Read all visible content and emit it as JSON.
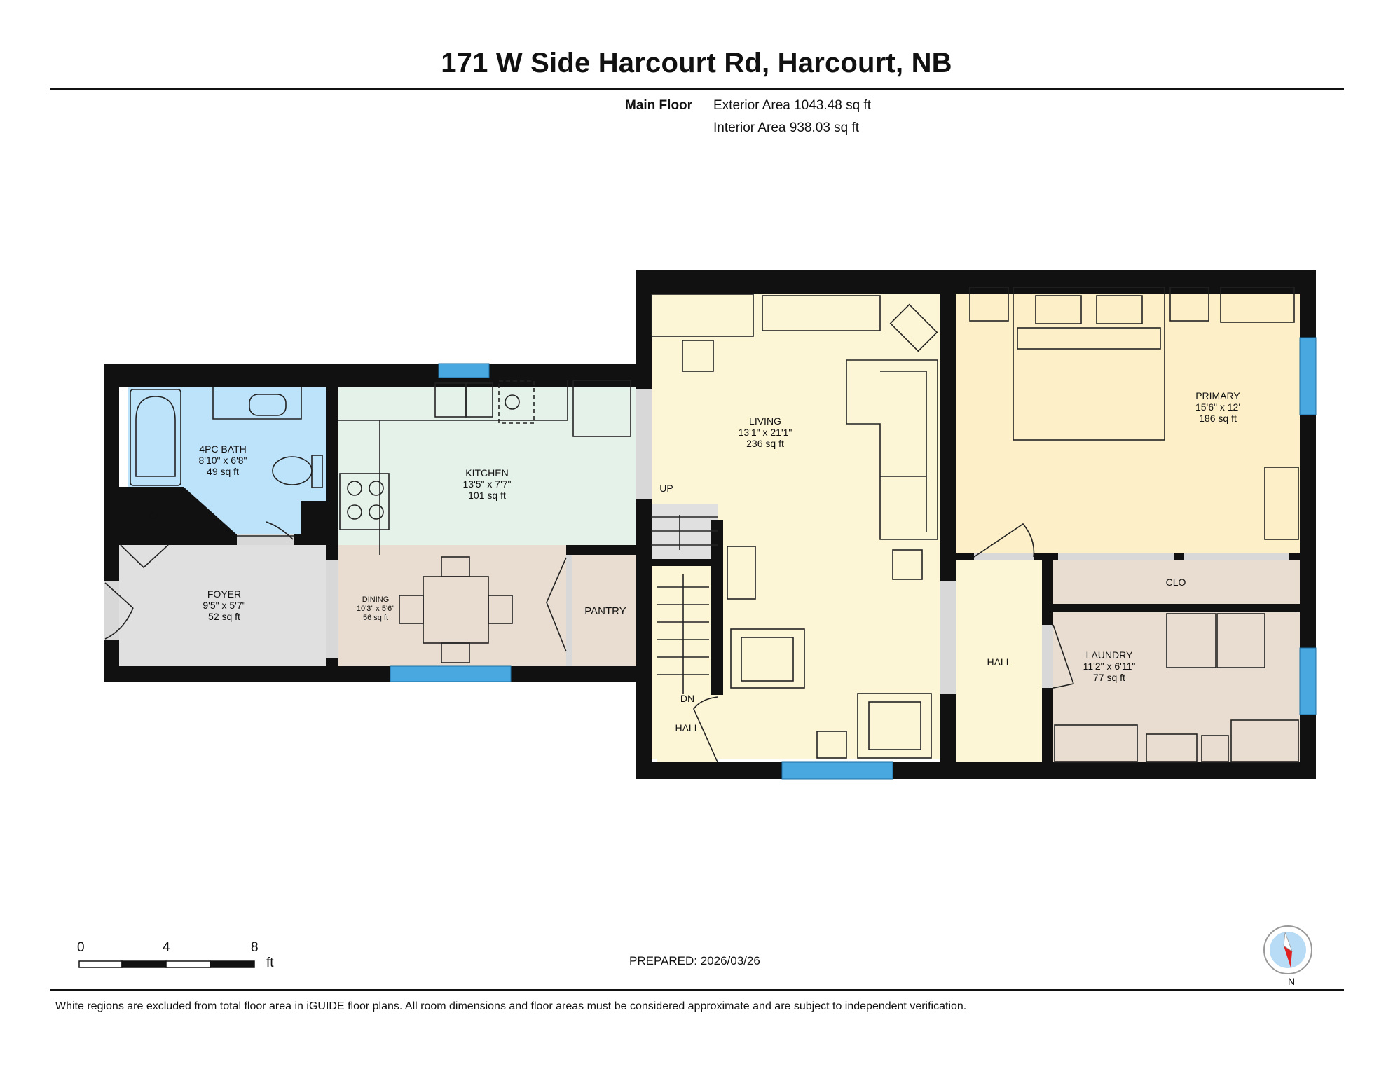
{
  "title": "171 W Side Harcourt Rd, Harcourt, NB",
  "floor": {
    "label": "Main Floor",
    "exterior_area": "Exterior Area 1043.48 sq ft",
    "interior_area": "Interior Area 938.03 sq ft"
  },
  "rooms": {
    "bath": {
      "name": "4PC BATH",
      "dims": "8'10\" x 6'8\"",
      "area": "49 sq ft"
    },
    "kitchen": {
      "name": "KITCHEN",
      "dims": "13'5\" x 7'7\"",
      "area": "101 sq ft"
    },
    "living": {
      "name": "LIVING",
      "dims": "13'1\" x 21'1\"",
      "area": "236 sq ft"
    },
    "primary": {
      "name": "PRIMARY",
      "dims": "15'6\" x 12'",
      "area": "186 sq ft"
    },
    "foyer": {
      "name": "FOYER",
      "dims": "9'5\" x 5'7\"",
      "area": "52 sq ft"
    },
    "dining": {
      "name": "DINING",
      "dims": "10'3\" x 5'6\"",
      "area": "56 sq ft"
    },
    "laundry": {
      "name": "LAUNDRY",
      "dims": "11'2\" x 6'11\"",
      "area": "77 sq ft"
    },
    "closet": {
      "name": "CL"
    },
    "pantry": {
      "name": "PANTRY"
    },
    "clo": {
      "name": "CLO"
    },
    "hall_right": {
      "name": "HALL"
    },
    "hall_stair": {
      "name": "HALL"
    }
  },
  "stairs": {
    "up": "UP",
    "down": "DN"
  },
  "scale": {
    "ticks": [
      "0",
      "4",
      "8"
    ],
    "unit": "ft"
  },
  "prepared": "PREPARED: 2026/03/26",
  "compass": {
    "label": "N"
  },
  "disclaimer": "White regions are excluded from total floor area in iGUIDE floor plans. All room dimensions and floor areas must be considered approximate and are subject to independent verification.",
  "colors": {
    "wall": "#111111",
    "bath": "#bde3fb",
    "kitchen": "#e5f2ea",
    "living": "#fdf6d6",
    "primary": "#fdf0c8",
    "foyer": "#e0e0e0",
    "dining_pantry_laundry": "#e8ddd0",
    "window": "#4aa8e0"
  }
}
